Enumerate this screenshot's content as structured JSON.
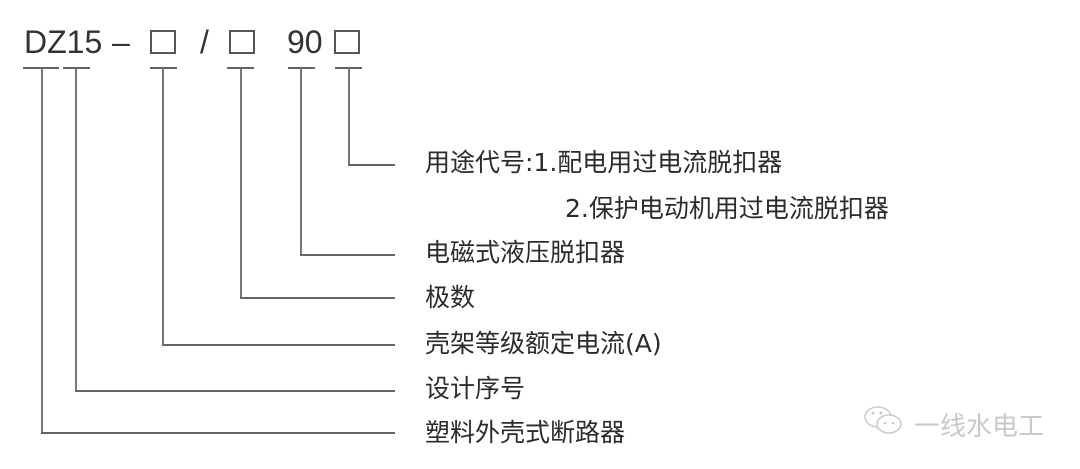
{
  "code": {
    "prefix": "DZ15",
    "dash": "–",
    "slash": "/",
    "ninety": "90"
  },
  "labels": {
    "usage": "用途代号:1.配电用过电流脱扣器",
    "usage2": "2.保护电动机用过电流脱扣器",
    "trip": "电磁式液压脱扣器",
    "poles": "极数",
    "frame": "壳架等级额定电流(A)",
    "design": "设计序号",
    "type": "塑料外壳式断路器"
  },
  "watermark": {
    "icon": "wechat-icon",
    "text": "一线水电工"
  }
}
